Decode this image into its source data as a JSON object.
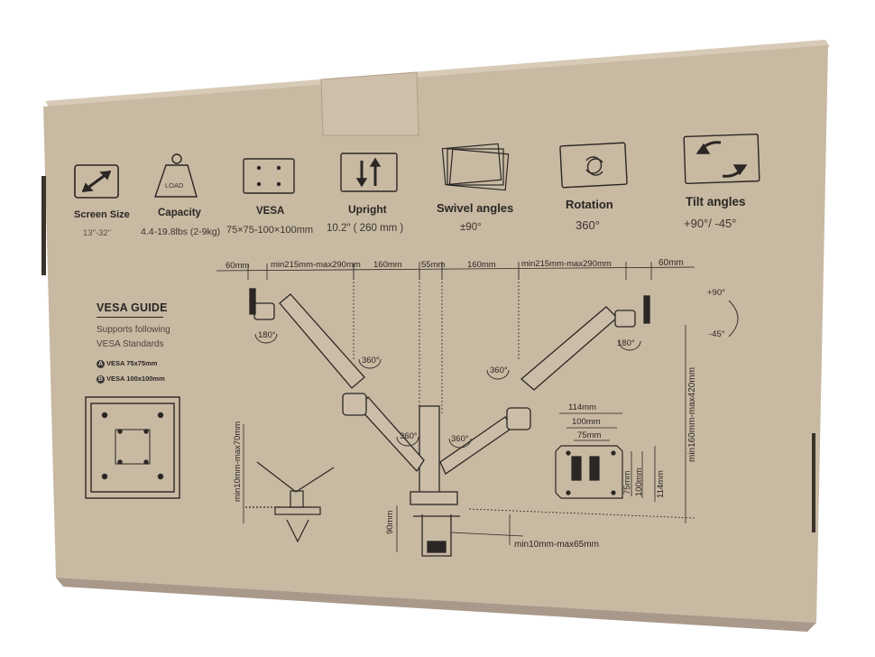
{
  "features": [
    {
      "id": "screen-size",
      "icon": "diagonal-arrow-icon",
      "title": "Screen Size",
      "value": "13\"-32\""
    },
    {
      "id": "capacity",
      "icon": "weight-icon",
      "icon_text": "LOAD",
      "title": "Capacity",
      "value": "4.4-19.8lbs (2-9kg)"
    },
    {
      "id": "vesa",
      "icon": "vesa-plate-icon",
      "title": "VESA",
      "value": "75×75-100×100mm"
    },
    {
      "id": "upright",
      "icon": "up-down-arrows-icon",
      "title": "Upright",
      "value": "10.2\" ( 260 mm )"
    },
    {
      "id": "swivel",
      "icon": "swivel-screens-icon",
      "title": "Swivel angles",
      "value": "±90°"
    },
    {
      "id": "rotation",
      "icon": "rotation-icon",
      "title": "Rotation",
      "value": "360°"
    },
    {
      "id": "tilt",
      "icon": "tilt-icon",
      "title": "Tilt angles",
      "value": "+90°/  -45°"
    }
  ],
  "vesa_guide": {
    "title": "VESA GUIDE",
    "line1": "Supports following",
    "line2": "VESA Standards",
    "option_a_badge": "A",
    "option_a": "VESA 75x75mm",
    "option_b_badge": "B",
    "option_b": "VESA 100x100mm"
  },
  "dimensions": {
    "top_60_left": "60mm",
    "top_range_left": "min215mm-max290mm",
    "top_160_left": "160mm",
    "top_55": "55mm",
    "top_160_right": "160mm",
    "top_range_right": "min215mm-max290mm",
    "top_60_right": "60mm",
    "tilt_plus": "+90°",
    "tilt_minus": "-45°",
    "rot_180_left": "180°",
    "rot_180_right": "180°",
    "rot_360_a": "360°",
    "rot_360_b": "360°",
    "rot_360_c": "360°",
    "rot_360_d": "360°",
    "height_range": "min160mm-max420mm",
    "plate_114_w": "114mm",
    "plate_100_w": "100mm",
    "plate_75_w": "75mm",
    "plate_75_h": "75mm",
    "plate_100_h": "100mm",
    "plate_114_h": "114mm",
    "clamp_range_left": "min10mm-max70mm",
    "clamp_90": "90mm",
    "clamp_range_bottom": "min10mm-max65mm"
  },
  "colors": {
    "cardboard": "#c9bba5",
    "cardboard_dark": "#b9aa92",
    "ink": "#2a2724"
  }
}
